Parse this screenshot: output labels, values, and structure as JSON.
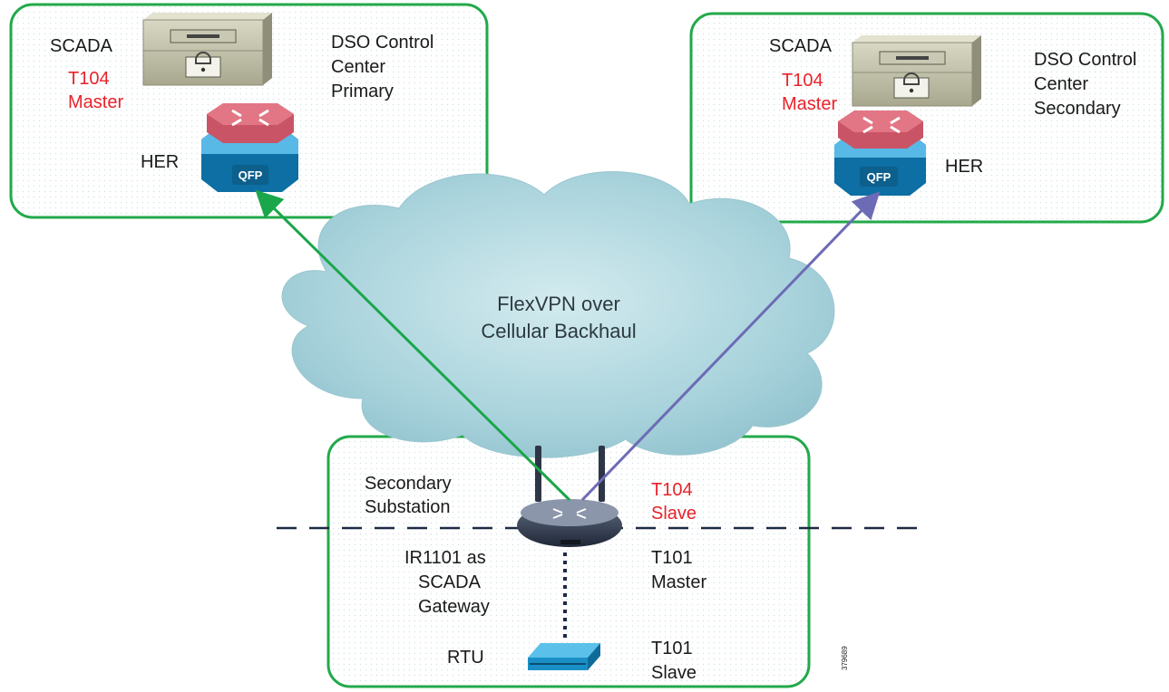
{
  "primary_site": {
    "scada_label": "SCADA",
    "protocol_role_line1": "T104",
    "protocol_role_line2": "Master",
    "site_name_line1": "DSO Control",
    "site_name_line2": "Center",
    "site_name_line3": "Primary",
    "her_label": "HER",
    "router_badge": "QFP"
  },
  "secondary_site": {
    "scada_label": "SCADA",
    "protocol_role_line1": "T104",
    "protocol_role_line2": "Master",
    "site_name_line1": "DSO Control",
    "site_name_line2": "Center",
    "site_name_line3": "Secondary",
    "her_label": "HER",
    "router_badge": "QFP"
  },
  "cloud": {
    "line1": "FlexVPN over",
    "line2": "Cellular Backhaul"
  },
  "substation": {
    "name_line1": "Secondary",
    "name_line2": "Substation",
    "t104_line1": "T104",
    "t104_line2": "Slave",
    "gateway_line1": "IR1101 as",
    "gateway_line2": "SCADA",
    "gateway_line3": "Gateway",
    "t101_master_line1": "T101",
    "t101_master_line2": "Master",
    "rtu_label": "RTU",
    "t101_slave_line1": "T101",
    "t101_slave_line2": "Slave"
  },
  "figure_id": "379689",
  "colors": {
    "box_border": "#22a94a",
    "link_primary": "#1aa64a",
    "link_secondary": "#6d6bb5",
    "red_text": "#e8222a",
    "cloud_fill": "#a9d3dc"
  }
}
